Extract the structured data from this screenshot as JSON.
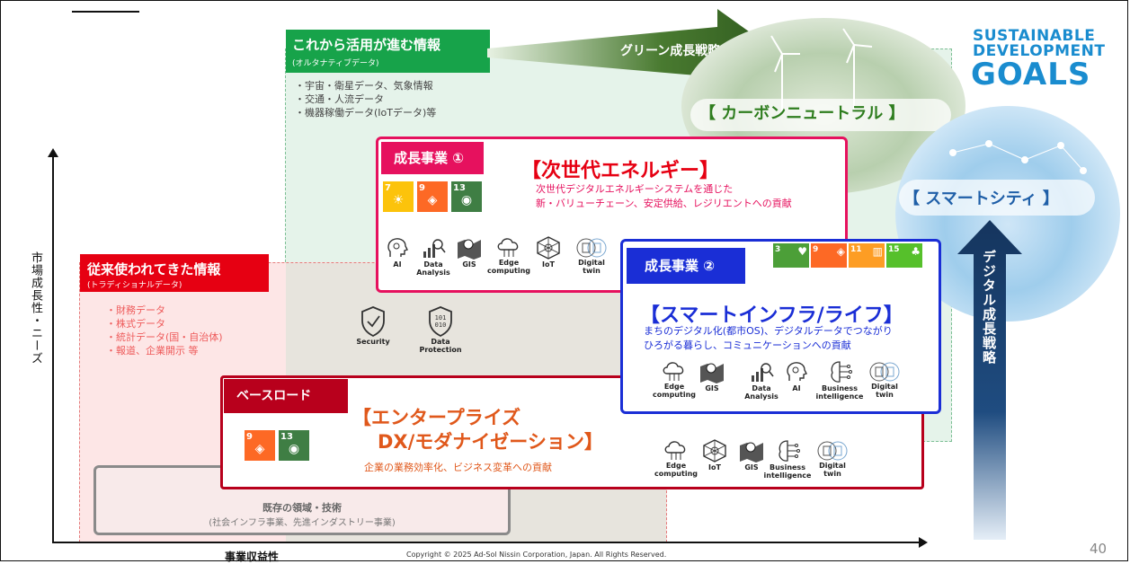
{
  "axes": {
    "y_label": "市場成長性・ニーズ",
    "x_label": "事業収益性"
  },
  "footer": {
    "copyright": "Copyright © 2025 Ad-Sol Nissin Corporation, Japan. All Rights Reserved.",
    "page_number": "40"
  },
  "alternative_data": {
    "title": "これから活用が進む情報",
    "subtitle": "(オルタナティブデータ)",
    "items": [
      "・宇宙・衛星データ、気象情報",
      "・交通・人流データ",
      "・機器稼働データ(IoTデータ)等"
    ]
  },
  "traditional_data": {
    "title": "従来使われてきた情報",
    "subtitle": "(トラディショナルデータ)",
    "items": [
      "・財務データ",
      "・株式データ",
      "・統計データ(国・自治体)",
      "・報道、企業開示 等"
    ]
  },
  "existing_domain": {
    "title": "既存の領域・技術",
    "subtitle": "(社会インフラ事業、先進インダストリー事業)"
  },
  "green_strategy": {
    "label": "グリーン成長戦略",
    "goal": "【 カーボンニュートラル 】"
  },
  "digital_strategy": {
    "label": "デジタル成長戦略",
    "goal": "【 スマートシティ 】"
  },
  "sdgs_logo": {
    "line1": "SUSTAINABLE",
    "line2": "DEVELOPMENT",
    "line3": "GOALS"
  },
  "security": [
    {
      "icon": "shield-check-icon",
      "label": "Security"
    },
    {
      "icon": "data-protection-icon",
      "label": "Data Protection"
    }
  ],
  "growth1": {
    "tag": "成長事業 ①",
    "title": "【次世代エネルギー】",
    "desc1": "次世代デジタルエネルギーシステムを通じた",
    "desc2": "新・バリューチェーン、安定供給、レジリエントへの貢献",
    "sdgs": [
      {
        "num": "7",
        "color": "#fcc30b",
        "icon": "☀"
      },
      {
        "num": "9",
        "color": "#fd6925",
        "icon": "◈"
      },
      {
        "num": "13",
        "color": "#3f7e44",
        "icon": "◉"
      }
    ],
    "tech": [
      "AI",
      "Data Analysis",
      "GIS",
      "Edge computing",
      "IoT",
      "Digital twin"
    ]
  },
  "growth2": {
    "tag": "成長事業 ②",
    "title": "【スマートインフラ/ライフ】",
    "desc1": "まちのデジタル化(都市OS)、デジタルデータでつながり",
    "desc2": "ひろがる暮らし、コミュニケーションへの貢献",
    "sdgs": [
      {
        "num": "3",
        "color": "#4c9f38",
        "icon": "♥"
      },
      {
        "num": "9",
        "color": "#fd6925",
        "icon": "◈"
      },
      {
        "num": "11",
        "color": "#fd9d24",
        "icon": "▥"
      },
      {
        "num": "15",
        "color": "#56c02b",
        "icon": "♣"
      }
    ],
    "tech": [
      "Edge computing",
      "GIS",
      "Data Analysis",
      "AI",
      "Business intelligence",
      "Digital twin"
    ]
  },
  "baseload": {
    "tag": "ベースロード",
    "title1": "【エンタープライズ",
    "title2": "DX/モダナイゼーション】",
    "desc": "企業の業務効率化、ビジネス変革への貢献",
    "sdgs": [
      {
        "num": "9",
        "color": "#fd6925",
        "icon": "◈"
      },
      {
        "num": "13",
        "color": "#3f7e44",
        "icon": "◉"
      }
    ],
    "tech": [
      "Edge computing",
      "IoT",
      "GIS",
      "Business intelligence",
      "Digital twin"
    ]
  }
}
